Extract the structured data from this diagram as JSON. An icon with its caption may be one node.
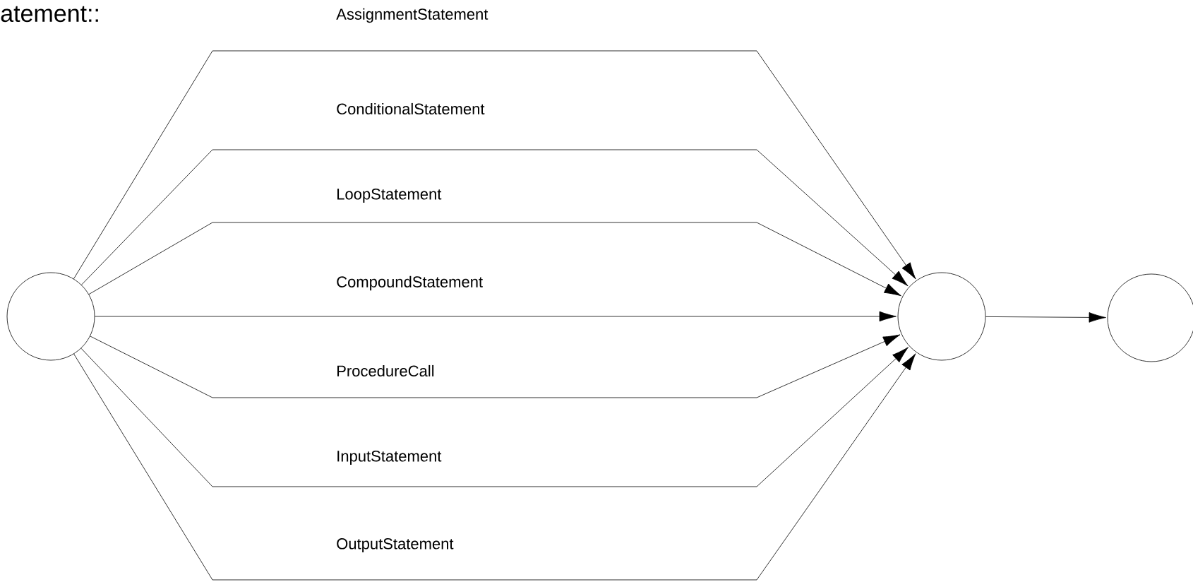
{
  "diagram": {
    "title": "atement::",
    "nodes": [
      {
        "text": [],
        "shape": "circle"
      },
      {
        "text": [],
        "shape": "circle"
      },
      {
        "text": [],
        "shape": "circle"
      }
    ],
    "edges": [
      {
        "from": 0,
        "to": 1,
        "arrow": "to",
        "label": "AssignmentStatement"
      },
      {
        "from": 0,
        "to": 1,
        "arrow": "to",
        "label": "ConditionalStatement"
      },
      {
        "from": 0,
        "to": 1,
        "arrow": "to",
        "label": "LoopStatement"
      },
      {
        "from": 0,
        "to": 1,
        "arrow": "to",
        "label": "CompoundStatement"
      },
      {
        "from": 0,
        "to": 1,
        "arrow": "to",
        "label": "ProcedureCall"
      },
      {
        "from": 0,
        "to": 1,
        "arrow": "to",
        "label": "InputStatement"
      },
      {
        "from": 0,
        "to": 1,
        "arrow": "to",
        "label": "OutputStatement"
      },
      {
        "from": 1,
        "to": 2,
        "arrow": "to"
      }
    ]
  }
}
